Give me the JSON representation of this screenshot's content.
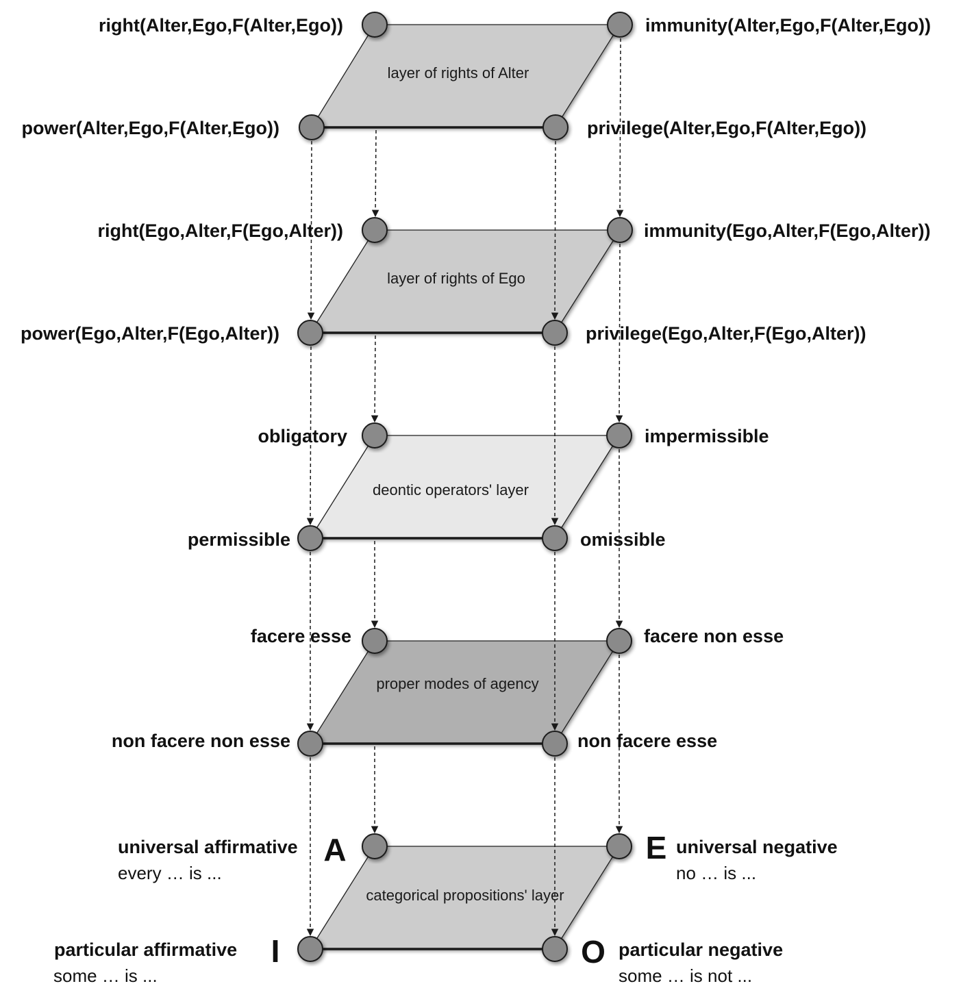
{
  "colors": {
    "node_fill": "#8a8a8a",
    "stroke": "#1a1a1a",
    "background": "#ffffff"
  },
  "layers": [
    {
      "title": "layer of rights of Alter",
      "fill": "#cccccc",
      "labels": {
        "top_left": "right(Alter,Ego,F(Alter,Ego))",
        "top_right": "immunity(Alter,Ego,F(Alter,Ego))",
        "bottom_left": "power(Alter,Ego,F(Alter,Ego))",
        "bottom_right": "privilege(Alter,Ego,F(Alter,Ego))"
      }
    },
    {
      "title": "layer of rights of Ego",
      "fill": "#cccccc",
      "labels": {
        "top_left": "right(Ego,Alter,F(Ego,Alter))",
        "top_right": "immunity(Ego,Alter,F(Ego,Alter))",
        "bottom_left": "power(Ego,Alter,F(Ego,Alter))",
        "bottom_right": "privilege(Ego,Alter,F(Ego,Alter))"
      }
    },
    {
      "title": "deontic operators' layer",
      "fill": "#e8e8e8",
      "labels": {
        "top_left": "obligatory",
        "top_right": "impermissible",
        "bottom_left": "permissible",
        "bottom_right": "omissible"
      }
    },
    {
      "title": "proper modes of agency",
      "fill": "#b0b0b0",
      "labels": {
        "top_left": "facere esse",
        "top_right": "facere non esse",
        "bottom_left": "non facere non esse",
        "bottom_right": "non facere esse"
      }
    },
    {
      "title": "categorical propositions' layer",
      "fill": "#cccccc",
      "labels": {
        "top_left": "universal affirmative",
        "top_right": "universal negative",
        "bottom_left": "particular affirmative",
        "bottom_right": "particular negative"
      },
      "sublabels": {
        "top_left": "every … is ...",
        "top_right": "no … is ...",
        "bottom_left": "some … is ...",
        "bottom_right": "some … is not ..."
      },
      "letters": {
        "top_left": "A",
        "top_right": "E",
        "bottom_left": "I",
        "bottom_right": "O"
      }
    }
  ]
}
